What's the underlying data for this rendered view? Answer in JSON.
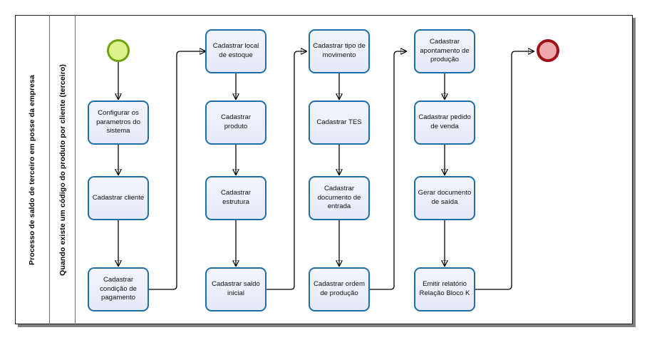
{
  "pool": {
    "title": "Processo de saldo de terceiro em posse da empresa",
    "lane_title": "Quando existe um código do produto por cliente (terceiro)"
  },
  "events": {
    "start": {
      "name": "start-event",
      "fill": "#ddf28b",
      "stroke": "#70a312"
    },
    "end": {
      "name": "end-event",
      "fill": "#eda9ab",
      "stroke": "#9d1219"
    }
  },
  "style": {
    "task_fill": "#eceefb",
    "task_stroke": "#1f6ea7",
    "connector": "#000000",
    "frame": "#1a1a1a"
  },
  "columns": [
    {
      "index": 1,
      "tasks": [
        {
          "id": "t1",
          "label": "Configurar os parametros do sistema"
        },
        {
          "id": "t2",
          "label": "Cadastrar cliente"
        },
        {
          "id": "t3",
          "label": "Cadastrar condição de pagamento"
        }
      ]
    },
    {
      "index": 2,
      "tasks": [
        {
          "id": "t4",
          "label": "Cadastrar local de estoque"
        },
        {
          "id": "t5",
          "label": "Cadastrar produto"
        },
        {
          "id": "t6",
          "label": "Cadastrar estrutura"
        },
        {
          "id": "t7",
          "label": "Cadastrar saldo inicial"
        }
      ]
    },
    {
      "index": 3,
      "tasks": [
        {
          "id": "t8",
          "label": "Cadastrar tipo de movimento"
        },
        {
          "id": "t9",
          "label": "Cadastrar TES"
        },
        {
          "id": "t10",
          "label": "Cadastrar documento de entrada"
        },
        {
          "id": "t11",
          "label": "Cadastrar ordem de produção"
        }
      ]
    },
    {
      "index": 4,
      "tasks": [
        {
          "id": "t12",
          "label": "Cadastrar apontamento de produção"
        },
        {
          "id": "t13",
          "label": "Cadastrar pedido de venda"
        },
        {
          "id": "t14",
          "label": "Gerar documento de saída"
        },
        {
          "id": "t15",
          "label": "Emitir relatório Relação Bloco K"
        }
      ]
    }
  ],
  "flow_order": [
    "start-event",
    "Configurar os parametros do sistema",
    "Cadastrar cliente",
    "Cadastrar condição de pagamento",
    "Cadastrar local de estoque",
    "Cadastrar produto",
    "Cadastrar estrutura",
    "Cadastrar saldo inicial",
    "Cadastrar tipo de movimento",
    "Cadastrar TES",
    "Cadastrar documento de entrada",
    "Cadastrar ordem de produção",
    "Cadastrar apontamento de produção",
    "Cadastrar pedido de venda",
    "Gerar documento de saída",
    "Emitir relatório Relação Bloco K",
    "end-event"
  ]
}
